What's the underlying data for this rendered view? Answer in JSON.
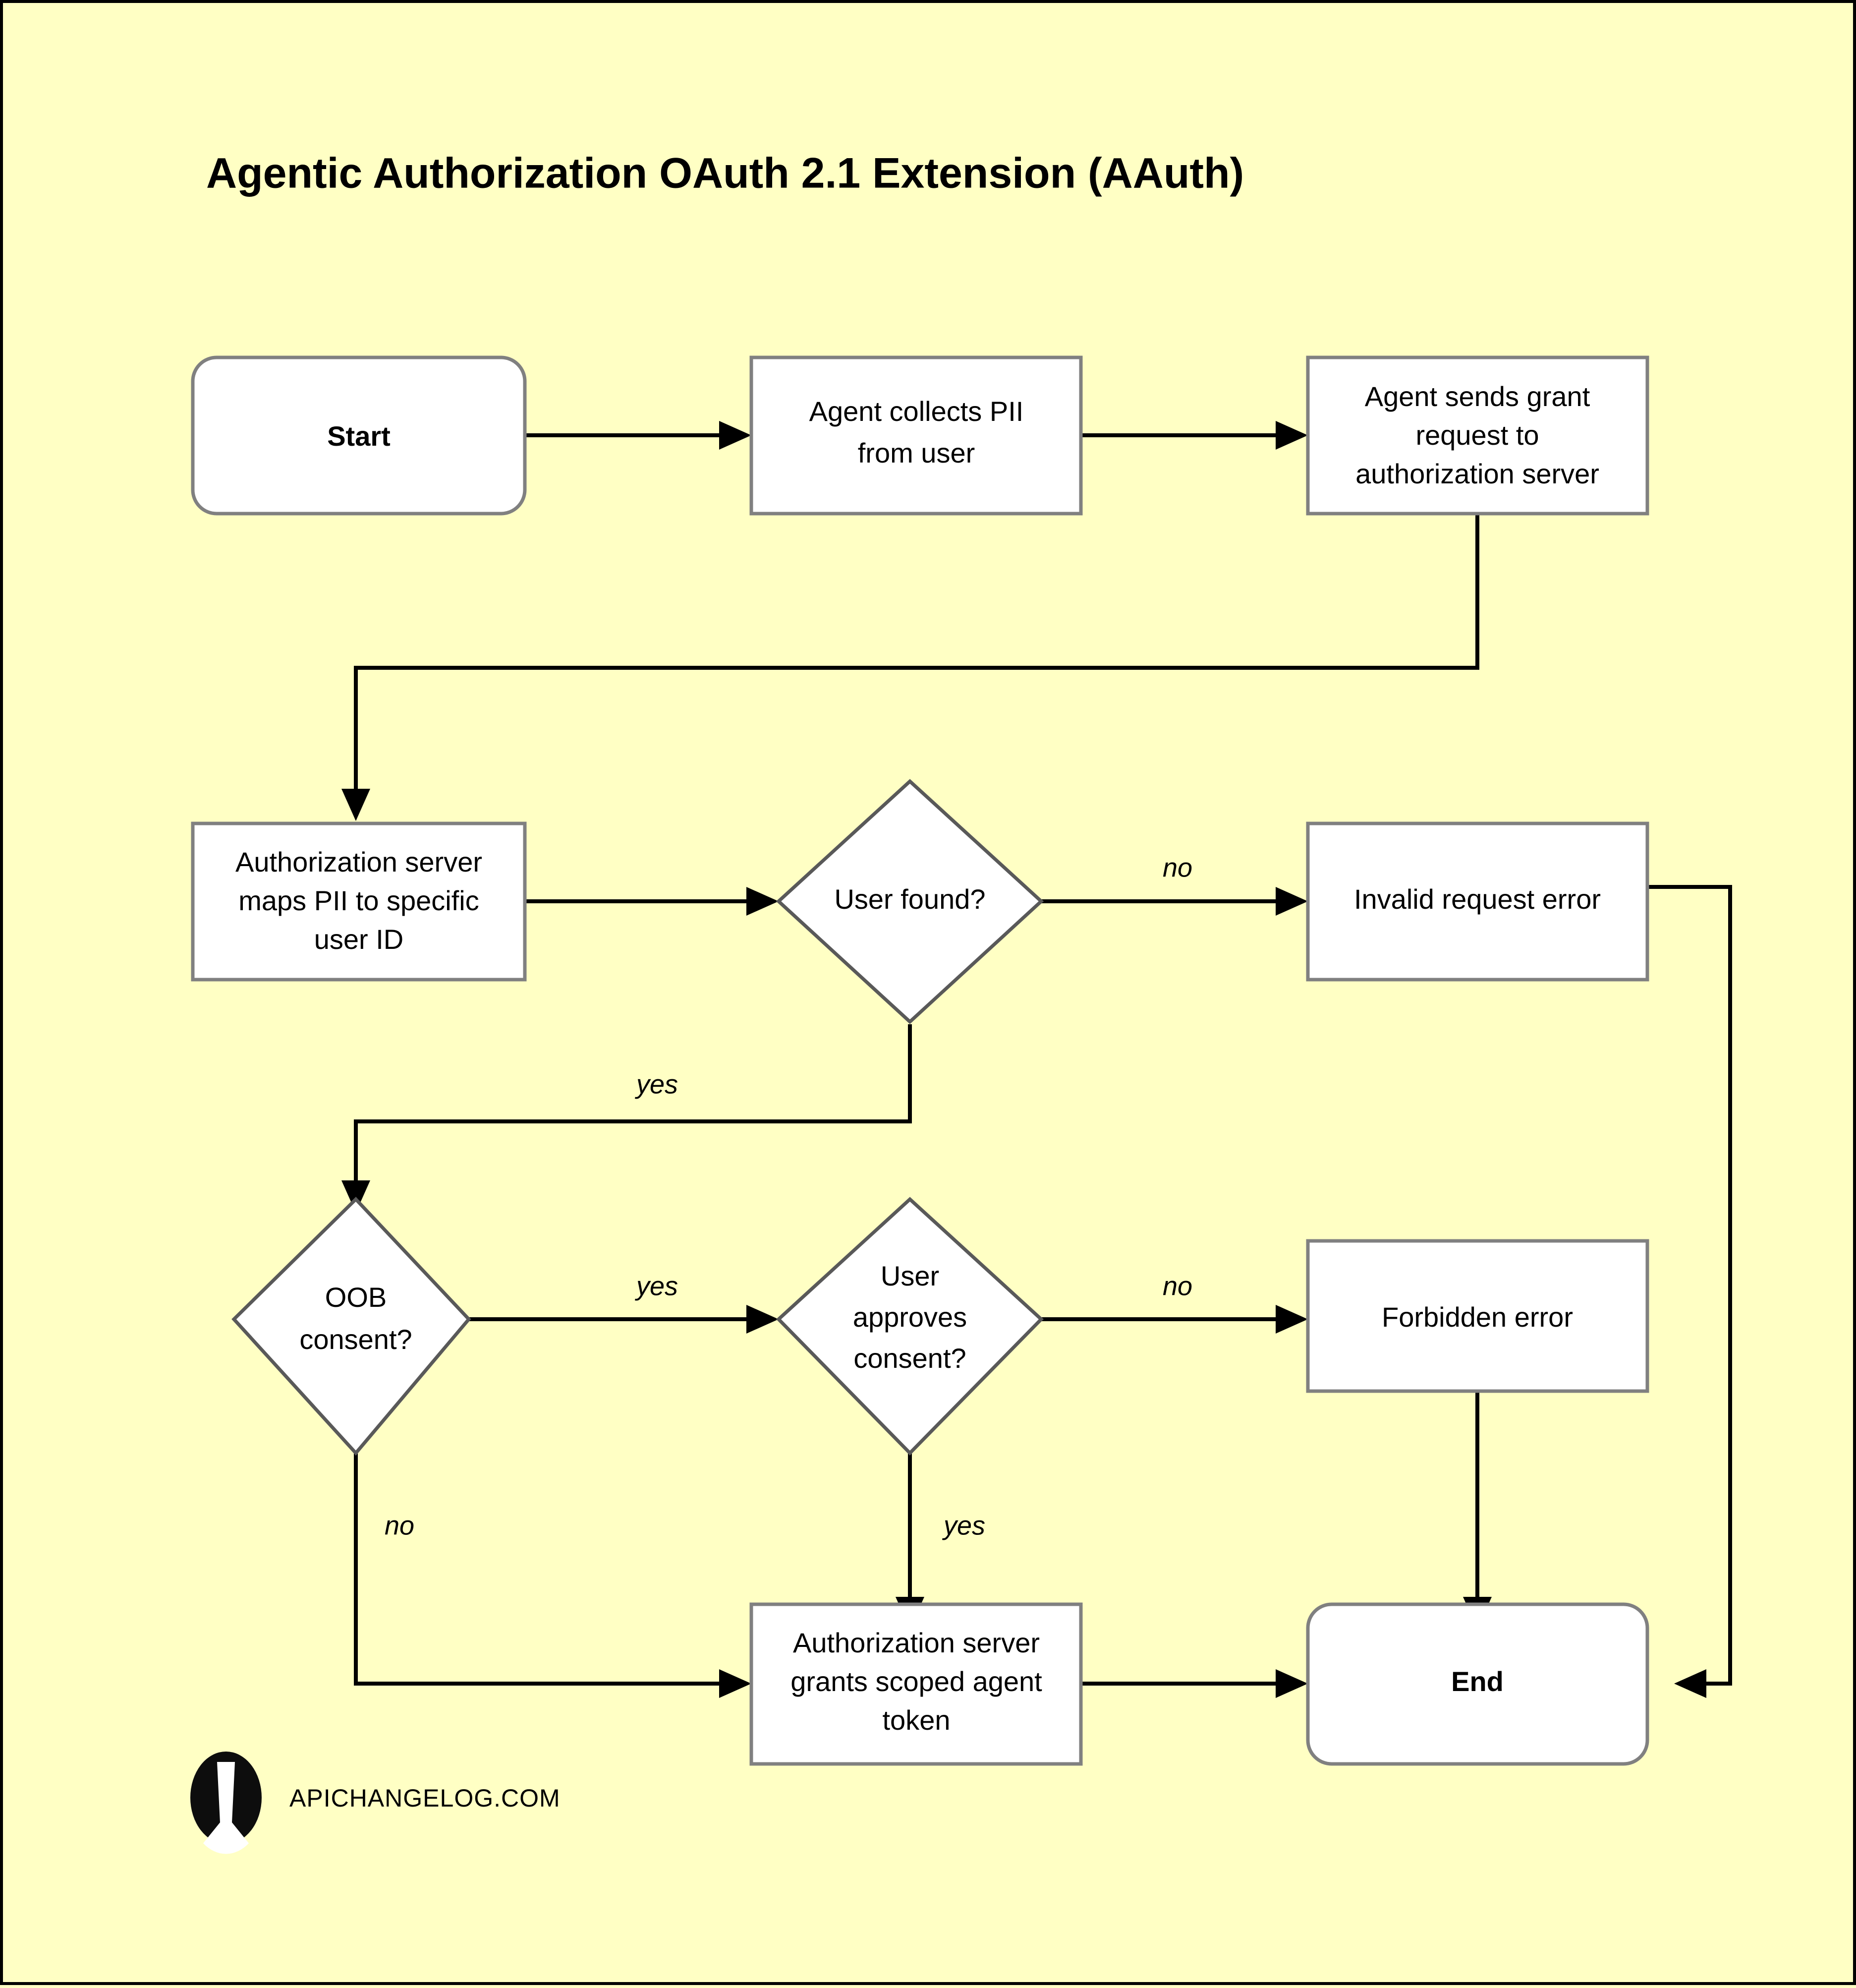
{
  "page": {
    "title": "Agentic Authorization OAuth 2.1 Extension (AAuth)",
    "background_color": "#ffffc4",
    "frame_color": "#000000"
  },
  "chart_data": {
    "type": "diagram",
    "title": "Agentic Authorization OAuth 2.1 Extension (AAuth)",
    "diagram_kind": "flowchart",
    "nodes": [
      {
        "id": "start",
        "label": "Start",
        "shape": "rounded-rect",
        "bold": true
      },
      {
        "id": "collect_pii",
        "label": "Agent collects PII from user",
        "shape": "rect",
        "bold": false
      },
      {
        "id": "send_grant",
        "label": "Agent sends grant request to authorization server",
        "shape": "rect",
        "bold": false
      },
      {
        "id": "map_pii",
        "label": "Authorization server maps PII to specific user ID",
        "shape": "rect",
        "bold": false
      },
      {
        "id": "user_found",
        "label": "User found?",
        "shape": "diamond",
        "bold": false
      },
      {
        "id": "invalid_req",
        "label": "Invalid request error",
        "shape": "rect",
        "bold": false
      },
      {
        "id": "oob_consent",
        "label": "OOB consent?",
        "shape": "diamond",
        "bold": false
      },
      {
        "id": "user_approves",
        "label": "User approves consent?",
        "shape": "diamond",
        "bold": false
      },
      {
        "id": "forbidden",
        "label": "Forbidden error",
        "shape": "rect",
        "bold": false
      },
      {
        "id": "grant_token",
        "label": "Authorization server grants scoped agent token",
        "shape": "rect",
        "bold": false
      },
      {
        "id": "end",
        "label": "End",
        "shape": "rounded-rect",
        "bold": true
      }
    ],
    "edges": [
      {
        "from": "start",
        "to": "collect_pii",
        "label": ""
      },
      {
        "from": "collect_pii",
        "to": "send_grant",
        "label": ""
      },
      {
        "from": "send_grant",
        "to": "map_pii",
        "label": ""
      },
      {
        "from": "map_pii",
        "to": "user_found",
        "label": ""
      },
      {
        "from": "user_found",
        "to": "invalid_req",
        "label": "no"
      },
      {
        "from": "user_found",
        "to": "oob_consent",
        "label": "yes"
      },
      {
        "from": "oob_consent",
        "to": "user_approves",
        "label": "yes"
      },
      {
        "from": "oob_consent",
        "to": "grant_token",
        "label": "no"
      },
      {
        "from": "user_approves",
        "to": "forbidden",
        "label": "no"
      },
      {
        "from": "user_approves",
        "to": "grant_token",
        "label": "yes"
      },
      {
        "from": "forbidden",
        "to": "end",
        "label": ""
      },
      {
        "from": "grant_token",
        "to": "end",
        "label": ""
      },
      {
        "from": "invalid_req",
        "to": "end",
        "label": ""
      }
    ],
    "node_labels": {
      "start": "Start",
      "collect_pii_line1": "Agent collects PII",
      "collect_pii_line2": "from user",
      "send_grant_line1": "Agent sends grant",
      "send_grant_line2": "request to",
      "send_grant_line3": "authorization server",
      "map_pii_line1": "Authorization server",
      "map_pii_line2": "maps PII to specific",
      "map_pii_line3": "user ID",
      "user_found": "User found?",
      "invalid_req": "Invalid request error",
      "oob_consent_line1": "OOB",
      "oob_consent_line2": "consent?",
      "user_approves_line1": "User",
      "user_approves_line2": "approves",
      "user_approves_line3": "consent?",
      "forbidden": "Forbidden error",
      "grant_token_line1": "Authorization server",
      "grant_token_line2": "grants scoped agent",
      "grant_token_line3": "token",
      "end": "End"
    },
    "edge_labels": {
      "user_found_no": "no",
      "user_found_yes": "yes",
      "oob_yes": "yes",
      "oob_no": "no",
      "approves_no": "no",
      "approves_yes": "yes"
    },
    "colors": {
      "node_fill": "#ffffff",
      "node_stroke": "#808080",
      "diamond_stroke": "#595959",
      "edge_stroke": "#000000",
      "text": "#000000"
    }
  },
  "footer": {
    "brand_text": "APICHANGELOG.COM",
    "logo_name": "apichangelog-logo"
  }
}
